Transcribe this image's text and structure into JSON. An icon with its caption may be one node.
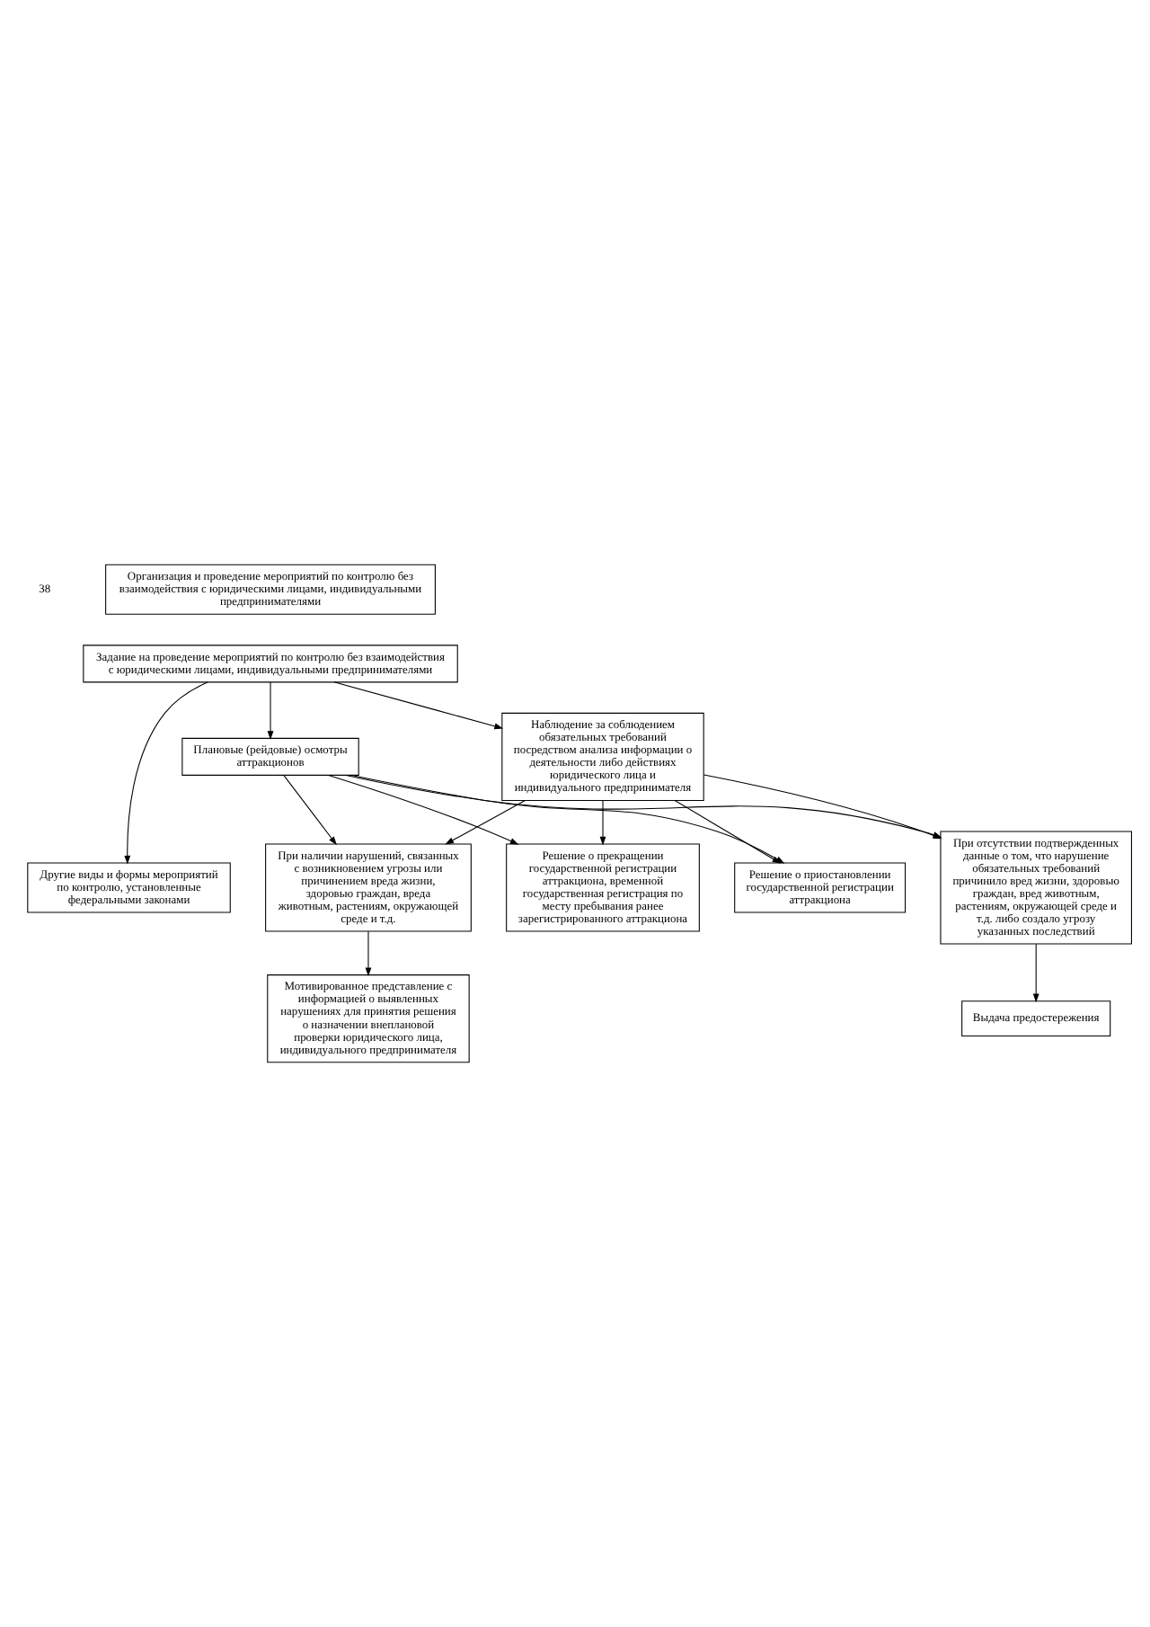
{
  "diagram": {
    "nodes": [
      {
        "text": [
          "Организация и проведение мероприятий по контролю без взаимодействия с юридическими лицами, индивидуальными предпринимателями"
        ]
      },
      {
        "text": [
          "Задание на проведение мероприятий по контролю без взаимодействия с юридическими лицами, индивидуальными предпринимателями"
        ]
      },
      {
        "text": [
          "Плановые (рейдовые) осмотры аттракционов"
        ]
      },
      {
        "text": [
          "Наблюдение за соблюдением обязательных требований посредством анализа информации о деятельности либо действиях юридического лица и индивидуального предпринимателя"
        ]
      },
      {
        "text": [
          "Другие виды и формы мероприятий по контролю, установленные федеральными законами"
        ]
      },
      {
        "text": [
          "При отсутствии подтвержденных данные о том, что нарушение обязательных требований причинило вред жизни, здоровью граждан, вред животным, растениям, окружающей среде и т.д. либо создало угрозу указанных последствий"
        ]
      },
      {
        "text": [
          "При наличии нарушений, связанных с возникновением угрозы или причинением вреда жизни, здоровью граждан, вреда животным, растениям, окружающей среде и т.д."
        ]
      },
      {
        "text": [
          "Выдача предостережения"
        ]
      },
      {
        "text": [
          "Мотивированное представление с информацией о выявленных нарушениях для принятия решения о назначении внеплановой проверки юридического лица, индивидуального предпринимателя"
        ]
      },
      {
        "text": [
          "Решение о прекращении государственной регистрации аттракциона, временной государственная регистрация по месту пребывания ранее зарегистрированного аттракциона"
        ]
      },
      {
        "text": [
          "Решение о приостановлении государственной регистрации аттракциона"
        ]
      }
    ],
    "edges": [
      {
        "from": 1,
        "to": 2,
        "arrow": "to"
      },
      {
        "from": 1,
        "to": 3,
        "arrow": "to"
      },
      {
        "from": 1,
        "to": 4,
        "arrow": "to"
      },
      {
        "from": 2,
        "to": 5,
        "arrow": "to"
      },
      {
        "from": 2,
        "to": 6,
        "arrow": "to"
      },
      {
        "from": 3,
        "to": 5,
        "arrow": "to"
      },
      {
        "from": 3,
        "to": 6,
        "arrow": "to"
      },
      {
        "from": 5,
        "to": 7,
        "arrow": "to"
      },
      {
        "from": 6,
        "to": 8,
        "arrow": "to"
      },
      {
        "from": 2,
        "to": 9,
        "arrow": "to"
      },
      {
        "from": 2,
        "to": 10,
        "arrow": "to"
      },
      {
        "from": 3,
        "to": 9,
        "arrow": "to"
      },
      {
        "from": 3,
        "to": 10,
        "arrow": "to"
      }
    ],
    "labels": [
      "38"
    ]
  }
}
